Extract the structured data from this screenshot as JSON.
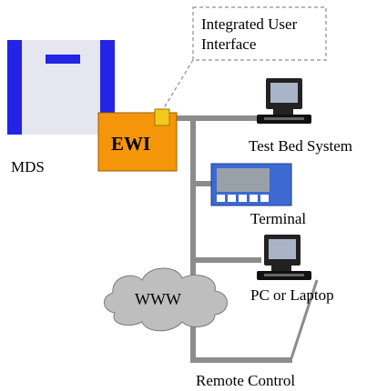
{
  "labels": {
    "integrated_ui_line1": "Integrated User",
    "integrated_ui_line2": "Interface",
    "mds": "MDS",
    "ewi": "EWI",
    "test_bed": "Test Bed System",
    "terminal": "Terminal",
    "pc": "PC or Laptop",
    "www": "WWW",
    "remote": "Remote Control"
  },
  "colors": {
    "mds_blue": "#2424e6",
    "mds_body": "#e6e6f0",
    "ewi_orange": "#f5960a",
    "ewi_corner": "#f5c81e",
    "line_gray": "#8c8c8c",
    "cloud_gray": "#bebebe",
    "terminal_blue": "#3c6ad2",
    "dashed_border": "#8c8c8c"
  }
}
